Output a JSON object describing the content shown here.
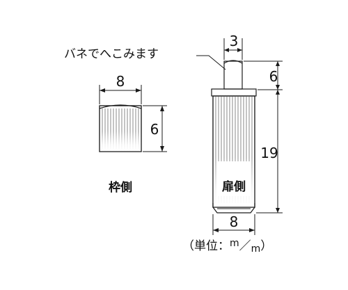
{
  "callout": {
    "spring_text": "バネでへこみます"
  },
  "dimensions": {
    "left_width": "8",
    "left_height": "6",
    "pin_diameter": "3",
    "pin_height": "6",
    "body_height": "19",
    "body_width": "8"
  },
  "labels": {
    "frame_side": "枠側",
    "door_side": "扉側"
  },
  "unit": {
    "prefix": "（単位：",
    "numerator": "m",
    "slash": "／",
    "denominator": "m",
    "suffix": "）"
  },
  "colors": {
    "part_light": "#f2f2f2",
    "part_shade": "#cfcfcf",
    "part_dark": "#8a8a8a",
    "line": "#1a1a1a"
  }
}
